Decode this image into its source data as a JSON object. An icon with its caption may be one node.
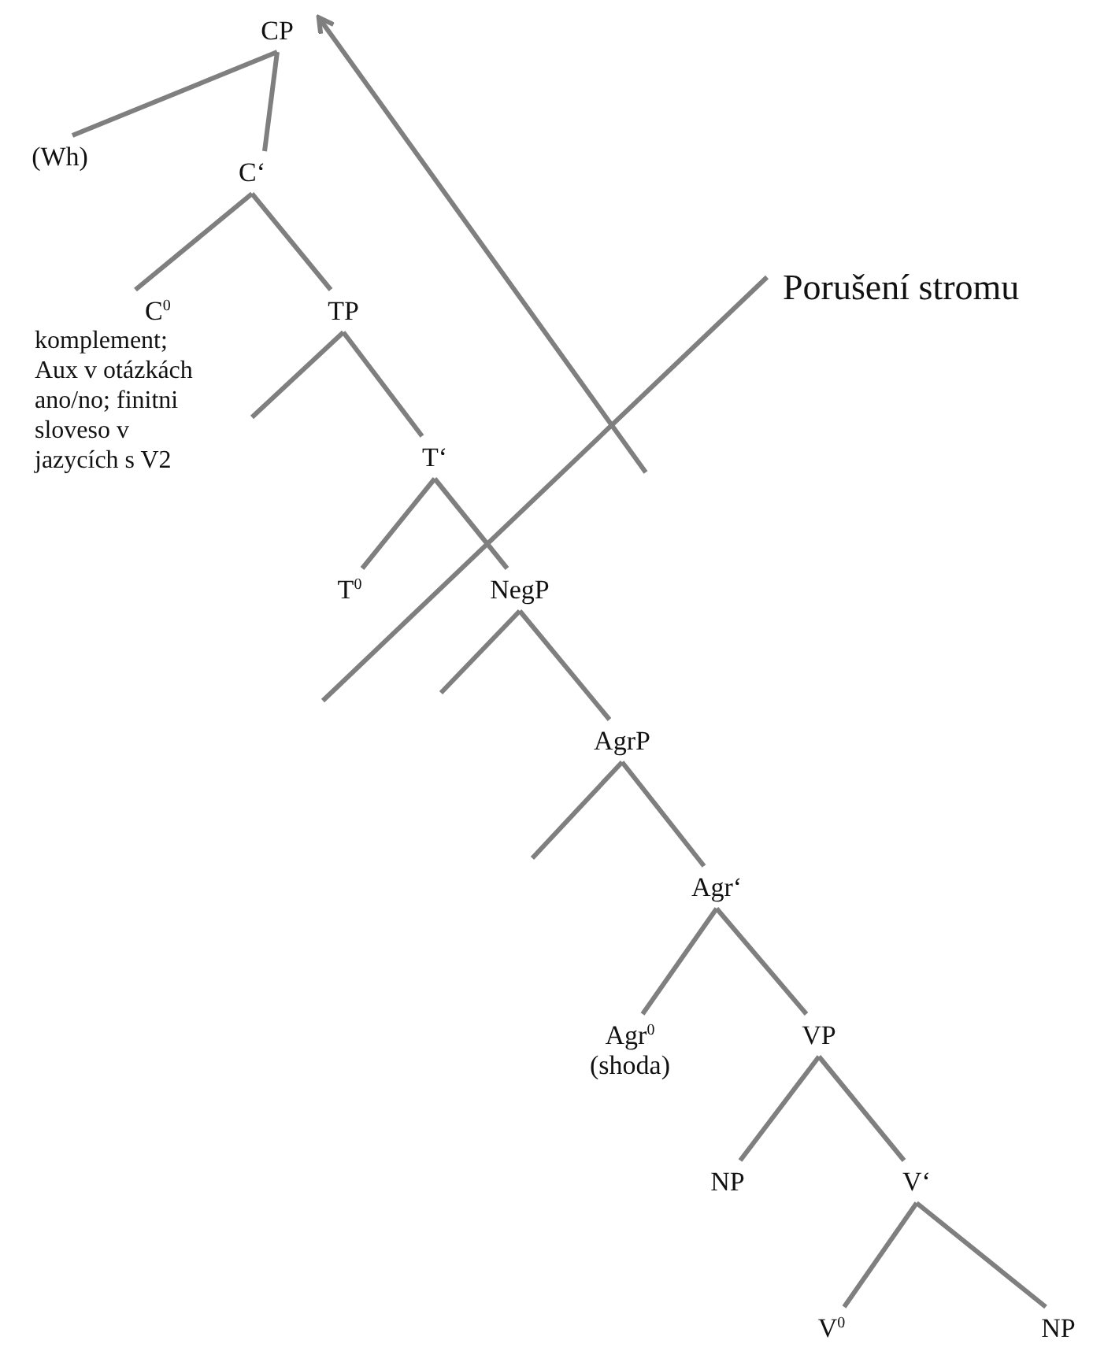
{
  "diagram": {
    "nodes": [
      {
        "text": [
          "CP"
        ]
      },
      {
        "text": [
          "(Wh)"
        ]
      },
      {
        "text": [
          "C‘"
        ]
      },
      {
        "text": [
          "C$^{0}$",
          "komplement; Aux v otázkách ano/no; finitni sloveso v jazycích s V2"
        ]
      },
      {
        "text": [
          "TP"
        ]
      },
      {
        "text": [
          "T‘"
        ]
      },
      {
        "text": [
          "T$^{0}$"
        ]
      },
      {
        "text": [
          "NegP"
        ]
      },
      {
        "text": [
          "AgrP"
        ]
      },
      {
        "text": [
          "Agr‘"
        ]
      },
      {
        "text": [
          "Agr$^{0}$",
          "(shoda)"
        ]
      },
      {
        "text": [
          "VP"
        ]
      },
      {
        "text": [
          "NP"
        ]
      },
      {
        "text": [
          "V‘"
        ]
      },
      {
        "text": [
          "V$^{0}$"
        ]
      },
      {
        "text": [
          "NP"
        ]
      },
      {
        "text": [
          "Porušení stromu"
        ]
      }
    ],
    "edges": [
      {
        "from": 0,
        "to": 1,
        "arrow": "none"
      },
      {
        "from": 0,
        "to": 2,
        "arrow": "none"
      },
      {
        "from": 2,
        "to": 3,
        "arrow": "none"
      },
      {
        "from": 2,
        "to": 4,
        "arrow": "none"
      },
      {
        "from": 4,
        "to": null,
        "arrow": "none"
      },
      {
        "from": 4,
        "to": 5,
        "arrow": "none"
      },
      {
        "from": 5,
        "to": 6,
        "arrow": "none"
      },
      {
        "from": 5,
        "to": 7,
        "arrow": "none"
      },
      {
        "from": 7,
        "to": null,
        "arrow": "none"
      },
      {
        "from": 7,
        "to": 8,
        "arrow": "none"
      },
      {
        "from": 8,
        "to": null,
        "arrow": "none"
      },
      {
        "from": 8,
        "to": 9,
        "arrow": "none"
      },
      {
        "from": 9,
        "to": 10,
        "arrow": "none"
      },
      {
        "from": 9,
        "to": 11,
        "arrow": "none"
      },
      {
        "from": 11,
        "to": 12,
        "arrow": "none"
      },
      {
        "from": 11,
        "to": 13,
        "arrow": "none"
      },
      {
        "from": 13,
        "to": 14,
        "arrow": "none"
      },
      {
        "from": 13,
        "to": 15,
        "arrow": "none"
      },
      {
        "from": 16,
        "to": null,
        "arrow": "none"
      }
    ]
  }
}
